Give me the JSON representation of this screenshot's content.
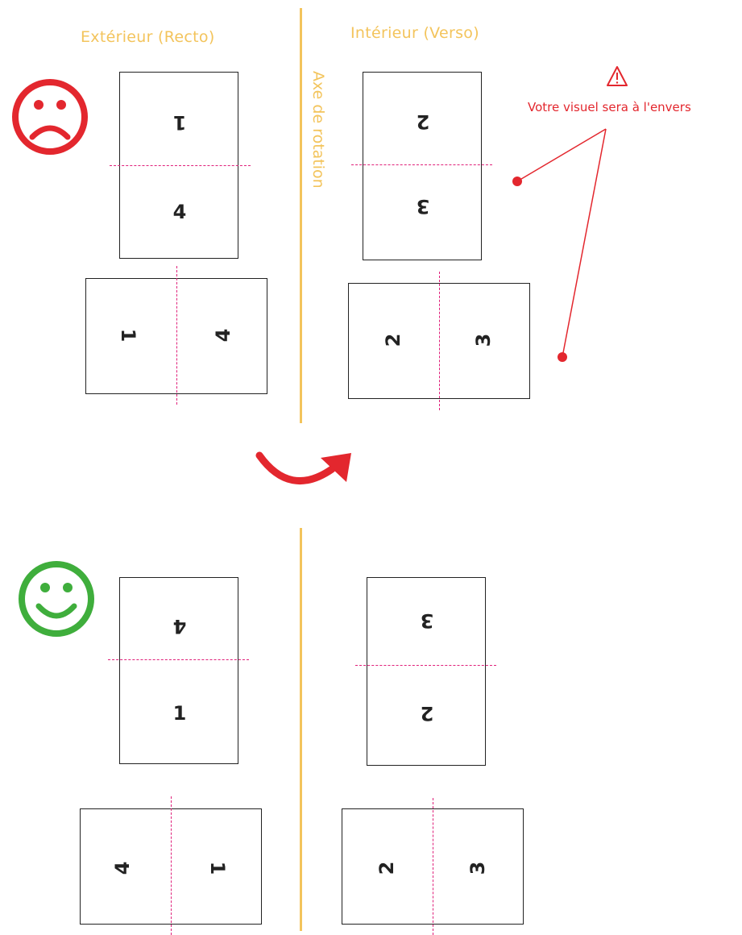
{
  "headings": {
    "exterior": "Extérieur (Recto)",
    "interior": "Intérieur (Verso)",
    "axis": "Axe de rotation"
  },
  "warning": {
    "text": "Votre visuel sera à l'envers",
    "icon": "warning-triangle-icon",
    "color": "#e3272e"
  },
  "faces": {
    "sad": {
      "icon": "sad-face-icon",
      "color": "#e3272e"
    },
    "happy": {
      "icon": "happy-face-icon",
      "color": "#3fae3c"
    }
  },
  "accent_color": "#f3c45c",
  "fold_line_color": "#e0207a",
  "wrong_example": {
    "exterior_portrait": [
      "1",
      "4"
    ],
    "exterior_landscape": [
      "1",
      "4"
    ],
    "interior_portrait": [
      "2",
      "3"
    ],
    "interior_landscape": [
      "2",
      "3"
    ]
  },
  "correct_example": {
    "exterior_portrait": [
      "4",
      "1"
    ],
    "exterior_landscape": [
      "4",
      "1"
    ],
    "interior_portrait": [
      "3",
      "2"
    ],
    "interior_landscape": [
      "2",
      "3"
    ]
  }
}
